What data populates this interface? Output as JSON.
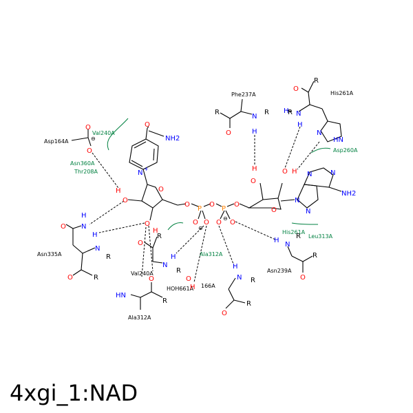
{
  "title": "4xgi_1:NAD",
  "residues": {
    "asp164a": "Asp164A",
    "val240a_top": "Val240A",
    "asn360a": "Asn360A",
    "thr208a": "Thr208A",
    "asn335a": "Asn335A",
    "val240a_bottom": "Val240A",
    "ala312a_bottom": "Ala312A",
    "ala312a_hyd": "Ala312A",
    "hoh661a": "HOH661A",
    "asp166a": "166A",
    "phe237a": "Phe237A",
    "his261a_top": "His261A",
    "asp260a": "Asp260A",
    "his261a_hyd": "His261A",
    "leu313a": "Leu313A",
    "asn239a": "Asn239A"
  },
  "atoms": {
    "nh2": "NH2",
    "nplus": "N",
    "plus": "+",
    "minus": "⊖",
    "hn": "HN",
    "n": "N",
    "h": "H",
    "o": "O",
    "r": "R",
    "p": "P"
  }
}
